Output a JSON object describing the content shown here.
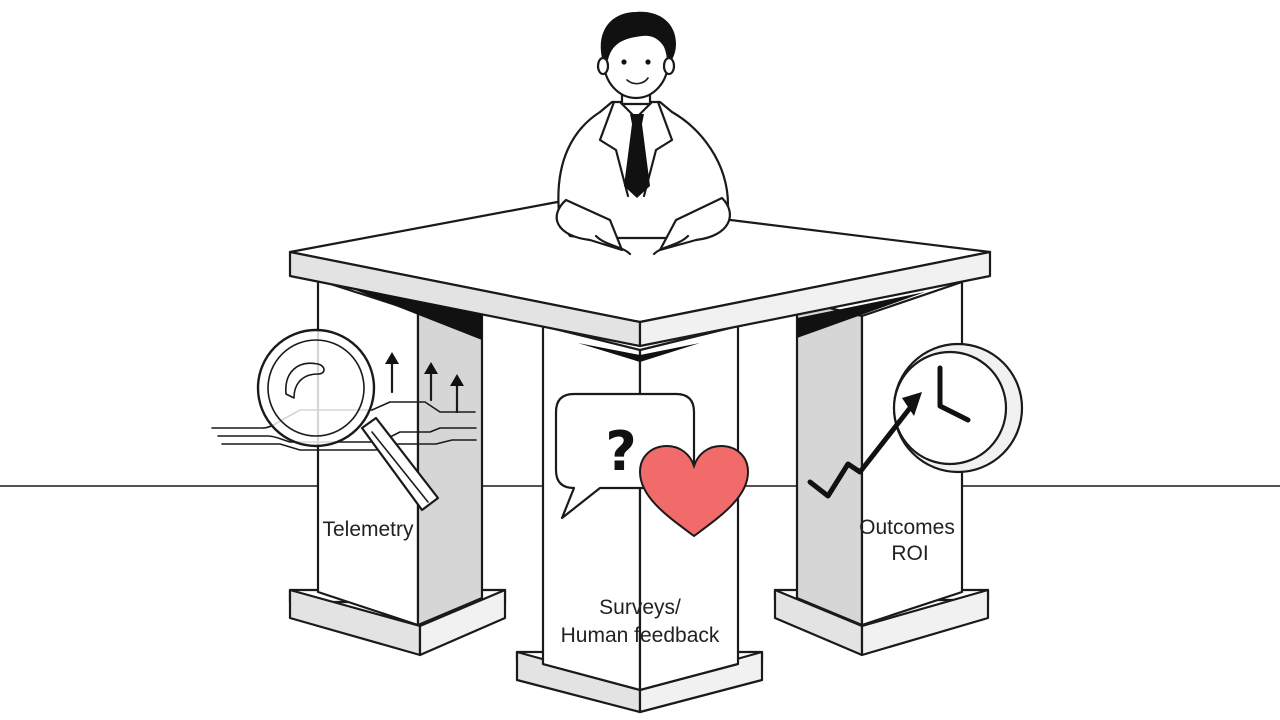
{
  "pillars": {
    "left": {
      "label": "Telemetry",
      "icon": "magnifier-icon"
    },
    "middle": {
      "label_line1": "Surveys/",
      "label_line2": "Human feedback",
      "icon": "speech-bubble-heart-icon"
    },
    "right": {
      "label_line1": "Outcomes",
      "label_line2": "ROI",
      "icon": "clock-trend-arrow-icon"
    }
  },
  "question_mark": "?",
  "colors": {
    "heart": "#f26b6b",
    "ink": "#1a1a1a",
    "background": "#ffffff"
  }
}
